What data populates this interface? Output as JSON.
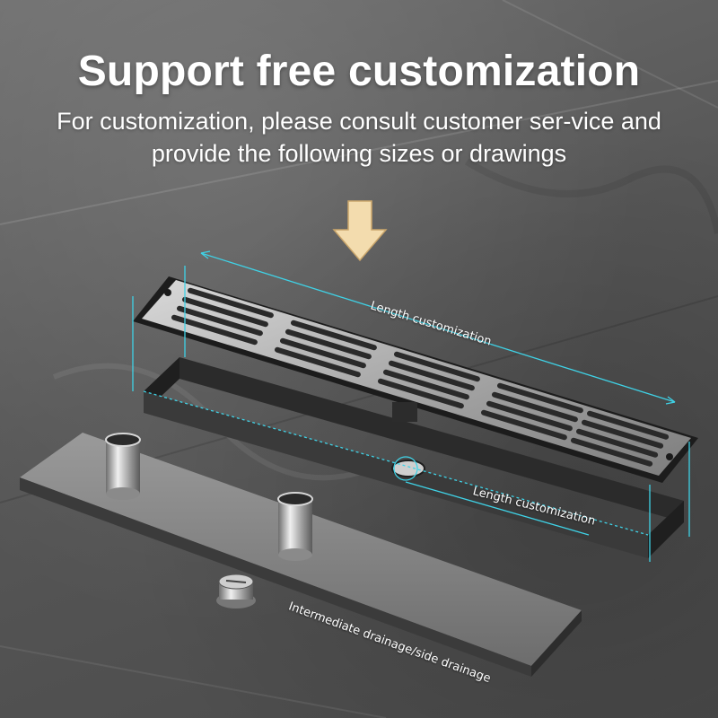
{
  "header": {
    "title": "Support free customization",
    "subtitle": "For customization, please consult customer ser-vice and provide the following sizes or drawings"
  },
  "annotations": {
    "top_length": "Length customization",
    "bottom_length": "Length customization",
    "drainage": "Intermediate drainage/side drainage"
  },
  "colors": {
    "accent_cyan": "#3fd2e6",
    "arrow_fill": "#f3dcae",
    "text": "#ffffff"
  },
  "icons": {
    "pointer": "down-arrow-icon"
  }
}
